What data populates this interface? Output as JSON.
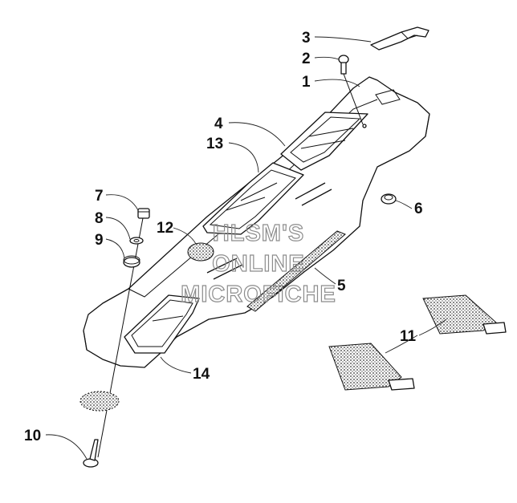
{
  "watermark": {
    "lines": [
      "HLSM'S",
      "ONLINE",
      "MICROFICHE"
    ]
  },
  "callouts": [
    {
      "id": "1",
      "label": "1"
    },
    {
      "id": "2",
      "label": "2"
    },
    {
      "id": "3",
      "label": "3"
    },
    {
      "id": "4",
      "label": "4"
    },
    {
      "id": "5",
      "label": "5"
    },
    {
      "id": "6",
      "label": "6"
    },
    {
      "id": "7",
      "label": "7"
    },
    {
      "id": "8",
      "label": "8"
    },
    {
      "id": "9",
      "label": "9"
    },
    {
      "id": "10",
      "label": "10"
    },
    {
      "id": "11",
      "label": "11"
    },
    {
      "id": "12",
      "label": "12"
    },
    {
      "id": "13",
      "label": "13"
    },
    {
      "id": "14",
      "label": "14"
    }
  ]
}
